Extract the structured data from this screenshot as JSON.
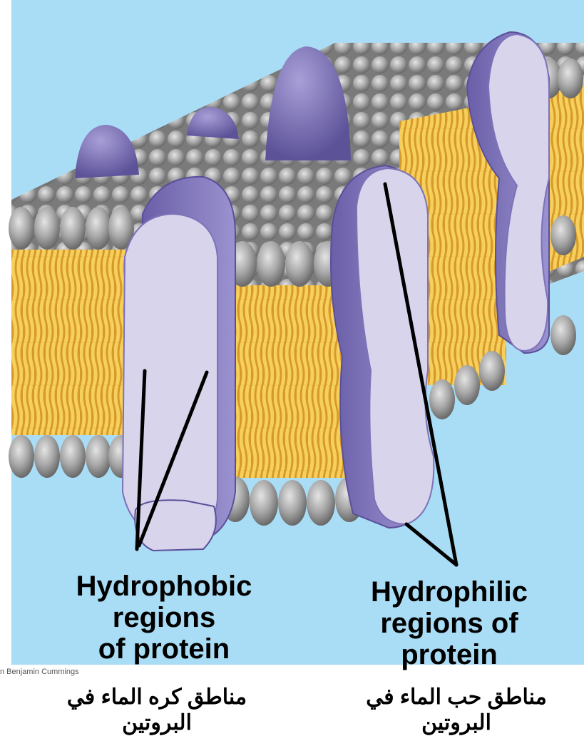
{
  "labels": {
    "hydrophobic": {
      "lines": [
        "Hydrophobic",
        "regions",
        "of protein"
      ],
      "arabic_lines": [
        "مناطق كره الماء في",
        "البروتين"
      ]
    },
    "hydrophilic": {
      "lines": [
        "Hydrophilic",
        "regions of",
        "protein"
      ],
      "arabic_lines": [
        "مناطق حب الماء في",
        "البروتين"
      ]
    }
  },
  "credit": "n Benjamin Cummings",
  "colors": {
    "background": "#a9dcf5",
    "lipid_head": "#9a9a9a",
    "lipid_tail": "#f2c24b",
    "protein_dark": "#7d72b8",
    "protein_light": "#d7d4ec"
  }
}
